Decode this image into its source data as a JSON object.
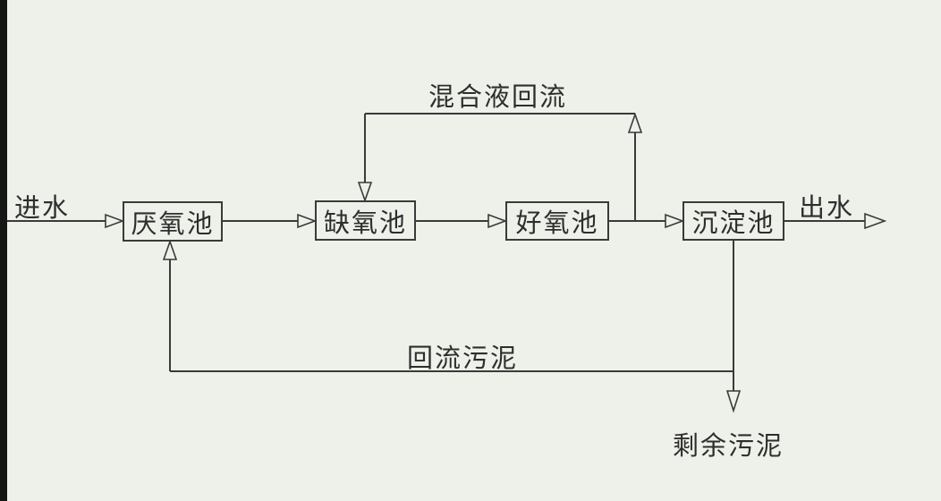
{
  "diagram": {
    "type": "process-flow",
    "subject": "A2O wastewater treatment process",
    "colors": {
      "background": "#eef1ea",
      "line": "#3a3a3a",
      "text": "#2e2e2e",
      "left_edge_bar": "#161616"
    },
    "boxes": [
      {
        "id": "anaerobic-tank",
        "label": "厌氧池"
      },
      {
        "id": "anoxic-tank",
        "label": "缺氧池"
      },
      {
        "id": "aerobic-tank",
        "label": "好氧池"
      },
      {
        "id": "sedimentation-tank",
        "label": "沉淀池"
      }
    ],
    "labels": {
      "influent": "进水",
      "effluent": "出水",
      "mixed_liquor_return": "混合液回流",
      "return_sludge": "回流污泥",
      "excess_sludge": "剩余污泥"
    },
    "flows": [
      "进水 → 厌氧池 → 缺氧池 → 好氧池 → 沉淀池 → 出水",
      "好氧池后混合液回流至缺氧池",
      "沉淀池回流污泥至厌氧池",
      "沉淀池排出剩余污泥"
    ]
  }
}
